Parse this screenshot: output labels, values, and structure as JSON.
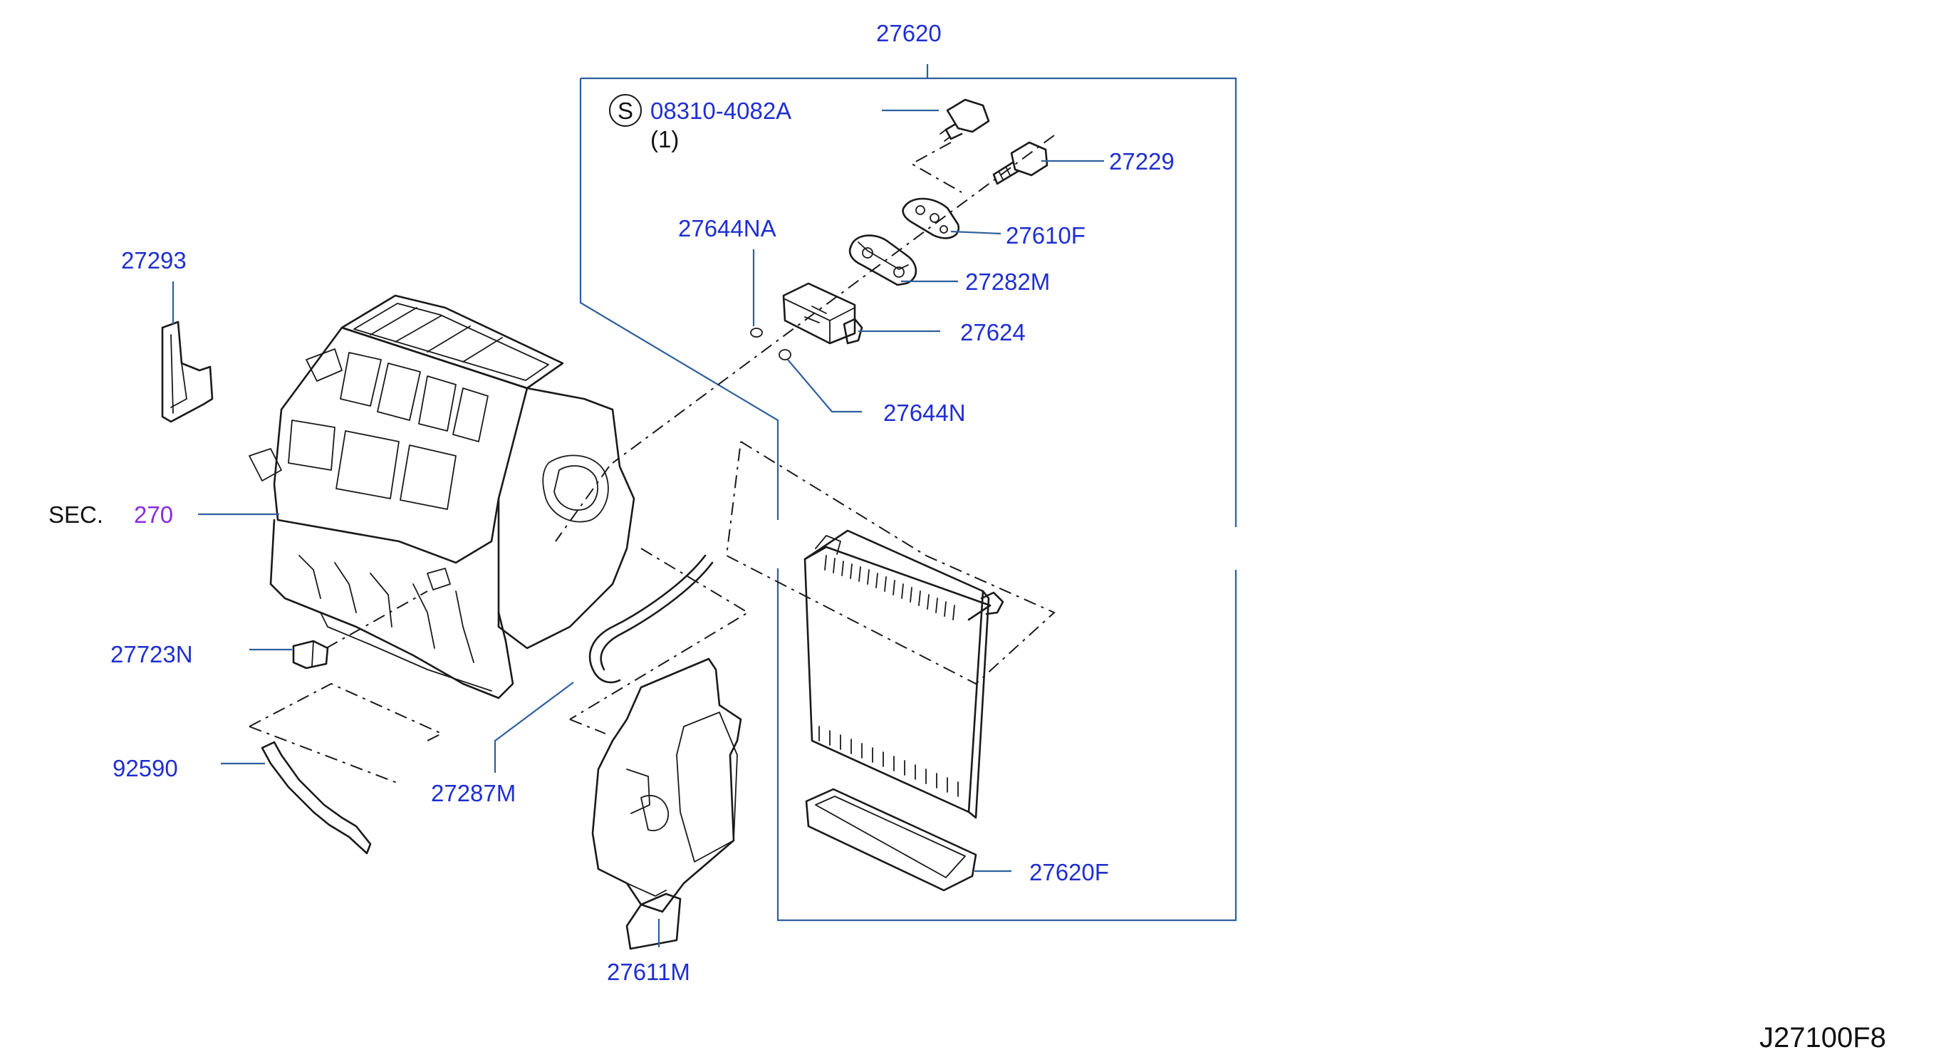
{
  "diagram": {
    "reference_code": "J27100F8",
    "bracket_part": "27620",
    "service_kit": {
      "symbol": "S",
      "number": "08310-4082A",
      "quantity": "(1)"
    },
    "section_ref": {
      "prefix": "SEC.",
      "number": "270"
    },
    "parts": {
      "p27229": "27229",
      "p27610F": "27610F",
      "p27644NA": "27644NA",
      "p27282M": "27282M",
      "p27624": "27624",
      "p27644N": "27644N",
      "p27293": "27293",
      "p27723N": "27723N",
      "p92590": "92590",
      "p27287M": "27287M",
      "p27611M": "27611M",
      "p27620F": "27620F"
    }
  },
  "colors": {
    "label": "#1f2fd0",
    "leader": "#2f5f9e",
    "line_art": "#1a1a1a",
    "section_number": "#8a2be2"
  }
}
